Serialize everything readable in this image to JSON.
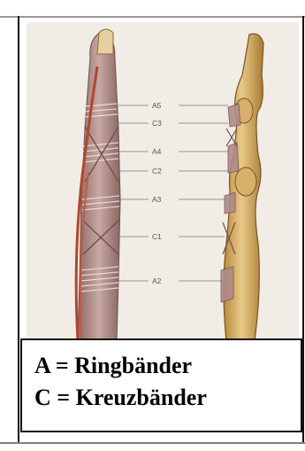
{
  "figure": {
    "pulley_labels": [
      "A5",
      "C3",
      "A4",
      "C2",
      "A3",
      "C1",
      "A2"
    ]
  },
  "legend": {
    "line_a": "A = Ringbänder",
    "line_c": "C = Kreuzbänder"
  }
}
